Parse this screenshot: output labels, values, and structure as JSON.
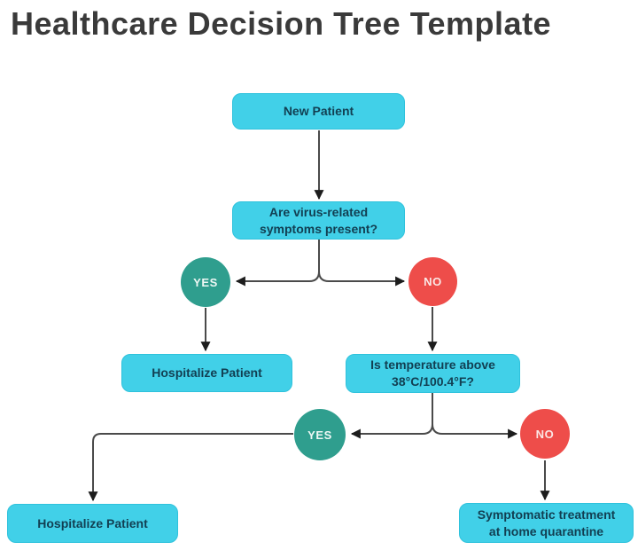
{
  "title": "Healthcare Decision Tree Template",
  "colors": {
    "title_text": "#3a3a3a",
    "box_fill": "#41d0e8",
    "box_border": "#2fc2dc",
    "box_text": "#123f52",
    "yes_fill": "#2f9e8e",
    "yes_text": "#eef7f4",
    "no_fill": "#ee4d4a",
    "no_text": "#fbe7e5",
    "line": "#4a4a4a",
    "arrow": "#1d1d1d"
  },
  "nodes": {
    "new_patient": {
      "label": "New Patient"
    },
    "symptoms_question": {
      "line1": "Are virus-related",
      "line2": "symptoms present?"
    },
    "hospitalize_mid": {
      "label": "Hospitalize Patient"
    },
    "temperature_question": {
      "line1": "Is temperature above",
      "line2": "38°C/100.4°F?"
    },
    "hospitalize_bottom": {
      "label": "Hospitalize Patient"
    },
    "symptomatic_treatment": {
      "line1": "Symptomatic treatment",
      "line2": "at home quarantine"
    }
  },
  "branches": {
    "yes1": "YES",
    "no1": "NO",
    "yes2": "YES",
    "no2": "NO"
  }
}
